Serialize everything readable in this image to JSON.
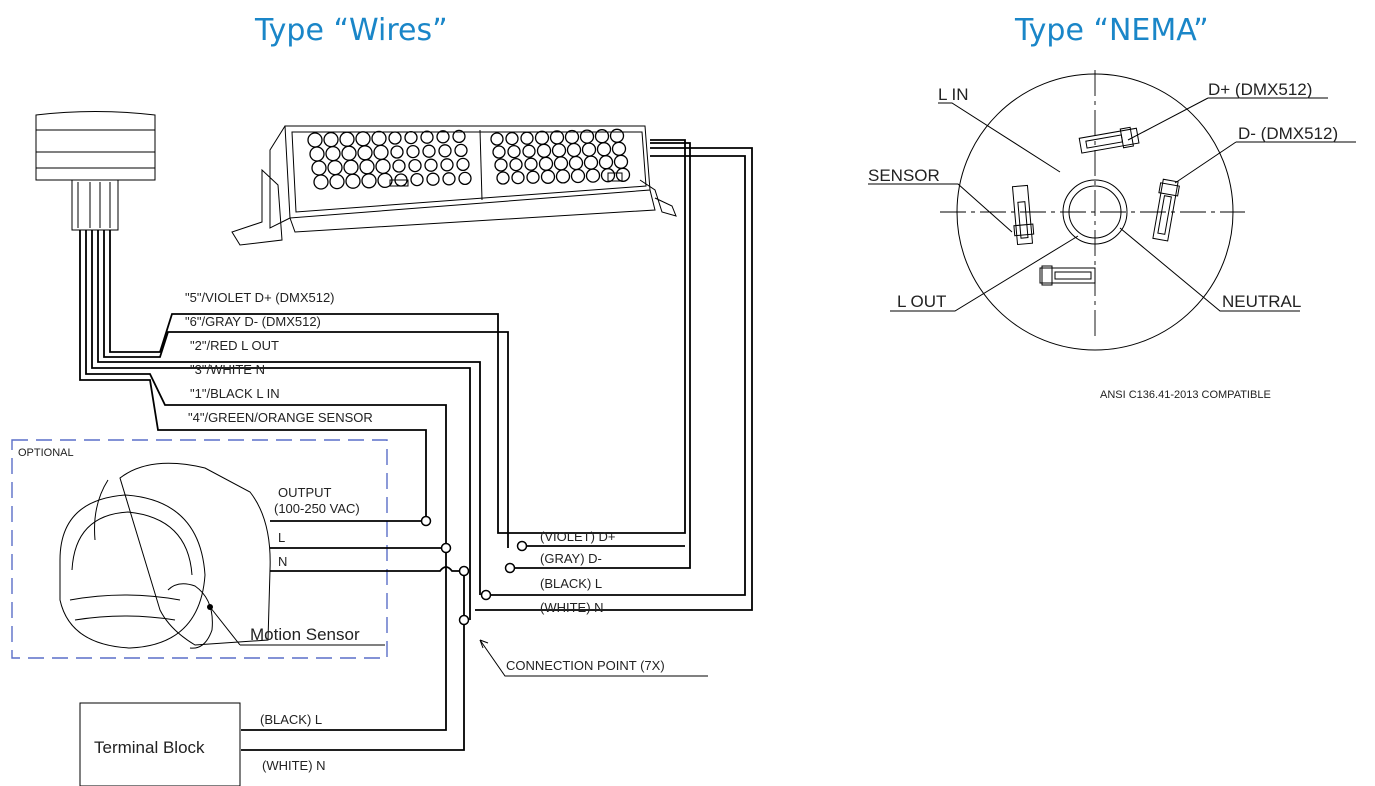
{
  "titles": {
    "wires": "Type “Wires”",
    "nema": "Type “NEMA”"
  },
  "wire_labels": {
    "violet": "\"5\"/VIOLET  D+ (DMX512)",
    "gray": "\"6\"/GRAY  D- (DMX512)",
    "red": "\"2\"/RED  L OUT",
    "white": "\"3\"/WHITE  N",
    "black": "\"1\"/BLACK  L IN",
    "green": "\"4\"/GREEN/ORANGE  SENSOR"
  },
  "optional": {
    "label": "OPTIONAL",
    "output_1": "OUTPUT",
    "output_2": "(100-250 VAC)",
    "l": "L",
    "n": "N",
    "motion_sensor": "Motion Sensor"
  },
  "connections": {
    "violet_d": "(VIOLET) D+",
    "gray_d": "(GRAY) D-",
    "black_l": "(BLACK) L",
    "white_n": "(WHITE) N",
    "connection_point": "CONNECTION POINT (7X)"
  },
  "terminal": {
    "label": "Terminal Block",
    "black_l": "(BLACK) L",
    "white_n": "(WHITE) N"
  },
  "nema": {
    "l_in": "L IN",
    "d_plus": "D+ (DMX512)",
    "d_minus": "D- (DMX512)",
    "sensor": "SENSOR",
    "l_out": "L OUT",
    "neutral": "NEUTRAL",
    "ansi": "ANSI C136.41-2013 COMPATIBLE"
  },
  "colors": {
    "title": "#1a86c8",
    "optional_border": "#5a6ec8"
  }
}
